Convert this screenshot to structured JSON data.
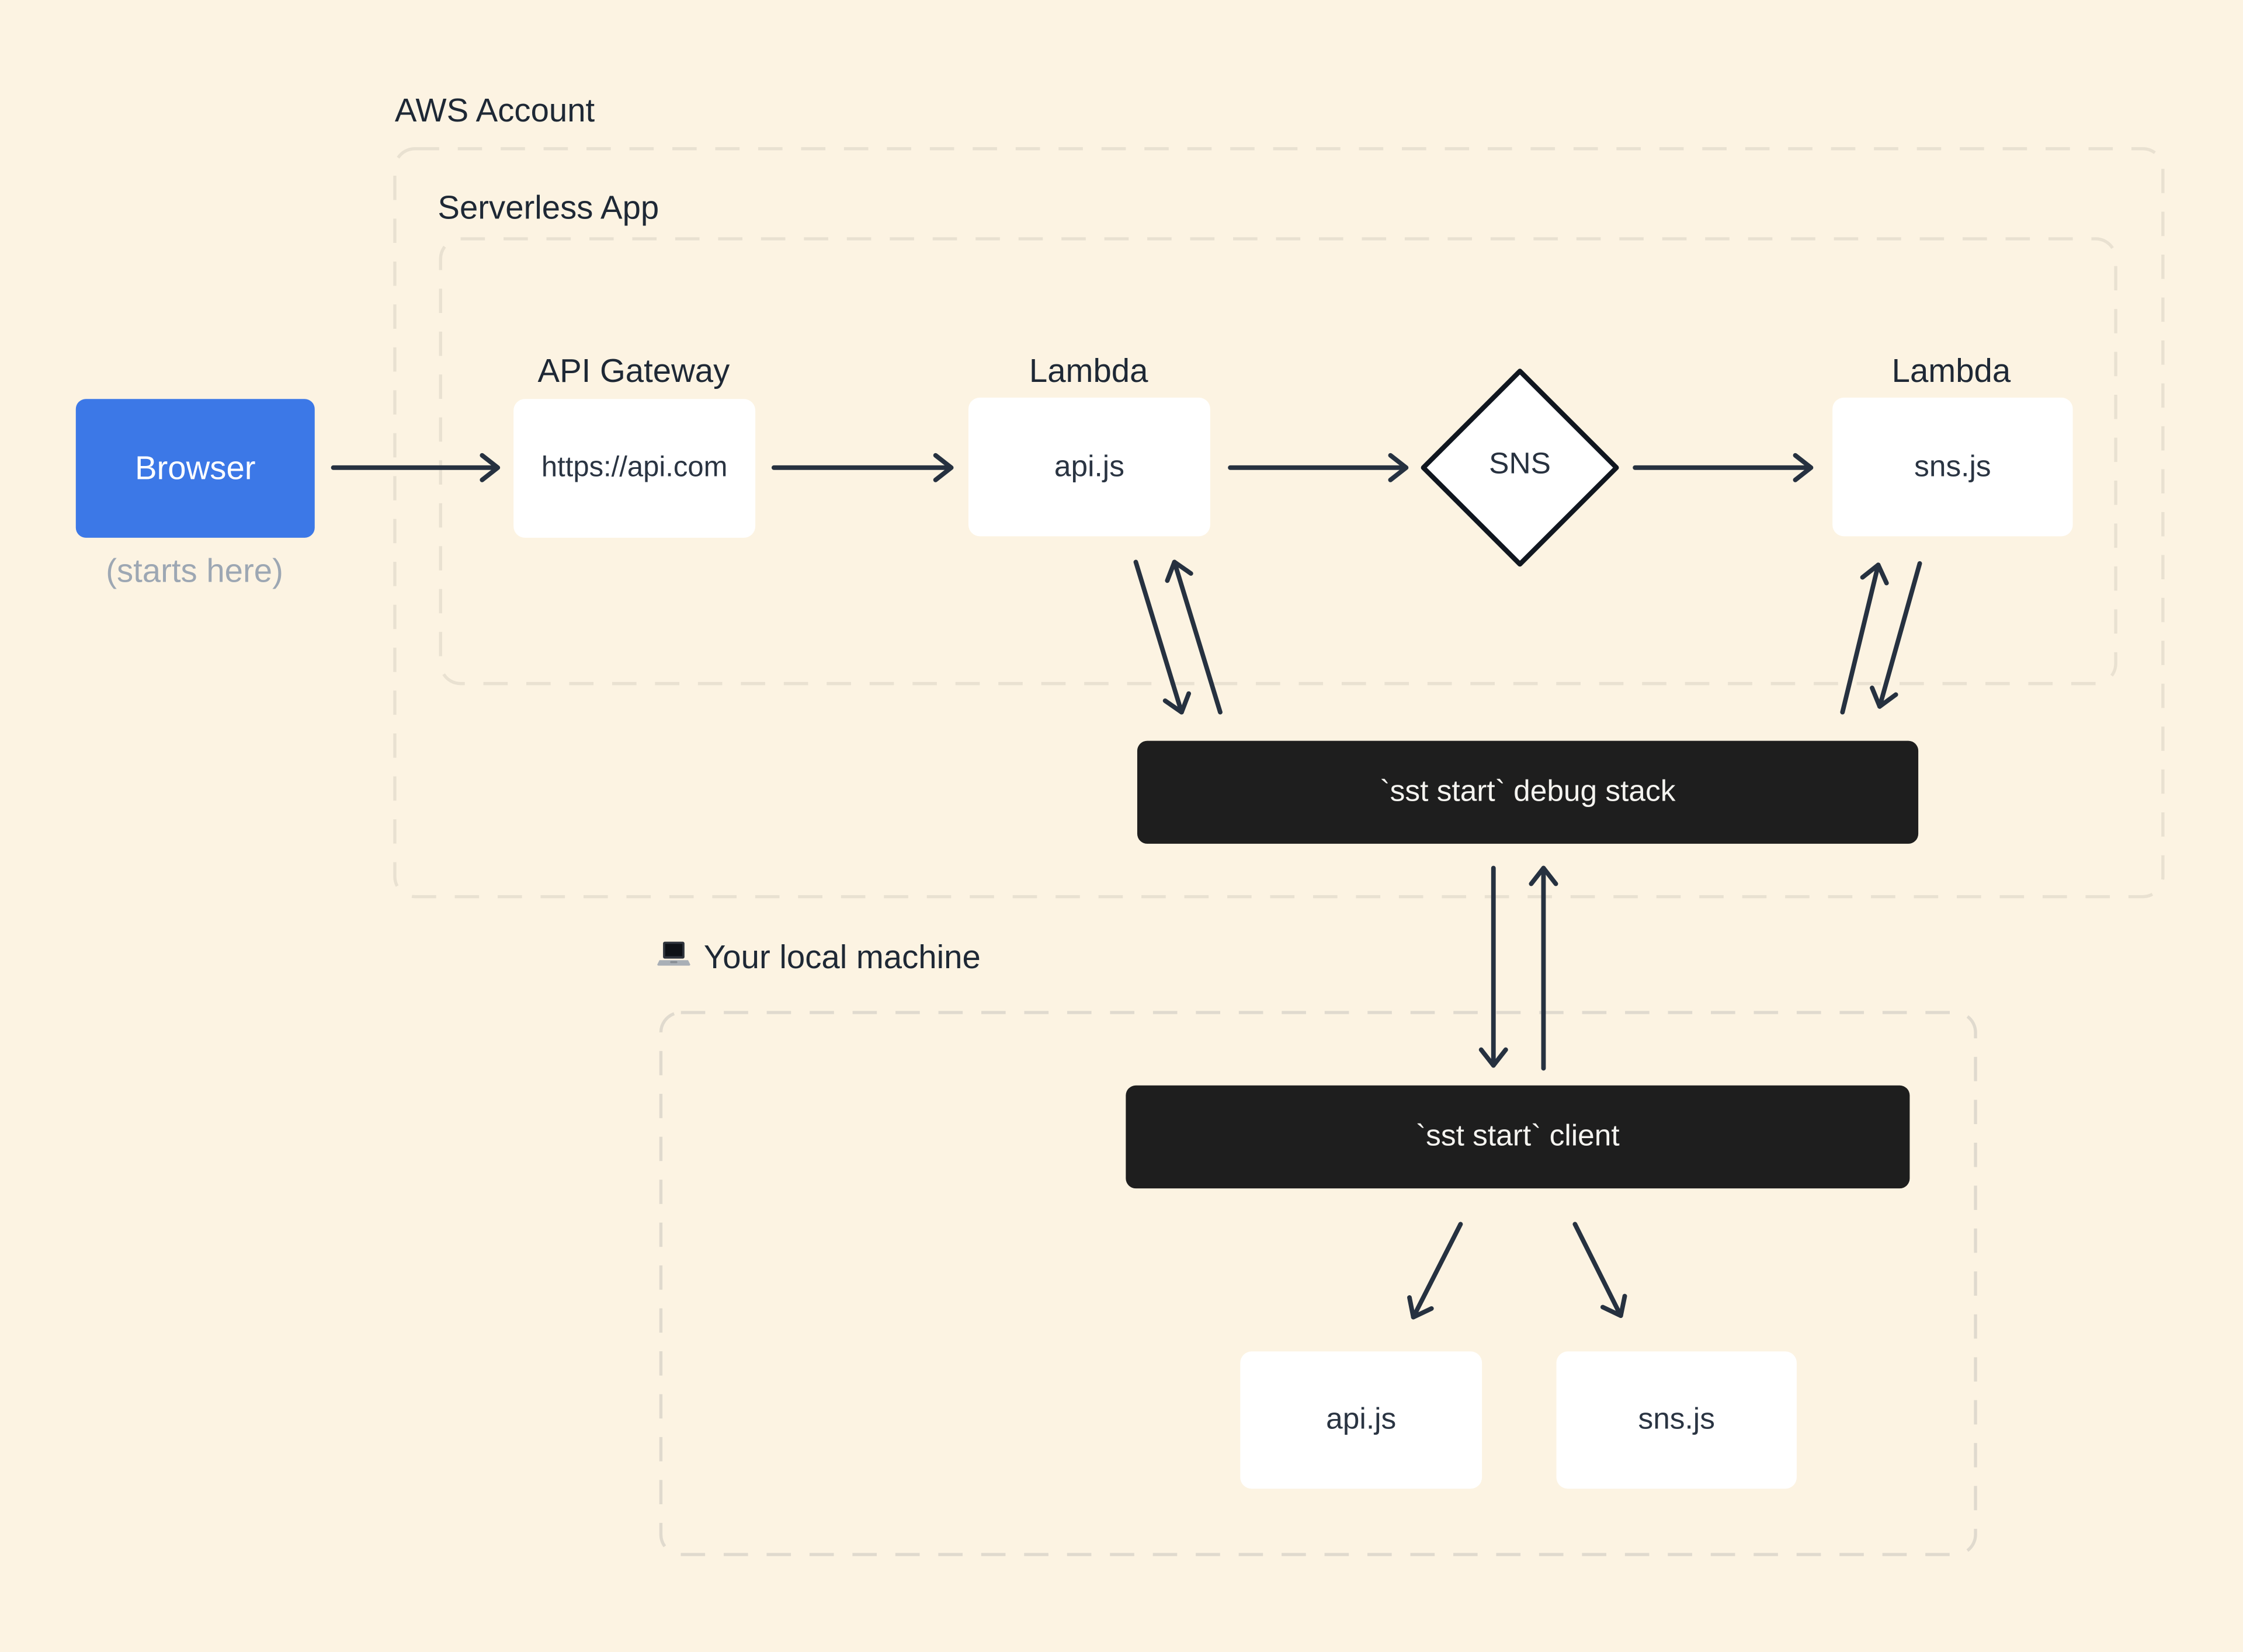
{
  "colors": {
    "background": "#FCF3E2",
    "browser_blue": "#3C78E7",
    "dark_box": "#1E1E1E",
    "node_white": "#FFFFFF",
    "arrow": "#263140",
    "label_text": "#1E2835",
    "value_text": "#2A3442",
    "muted_text": "#9DA7B3",
    "aws_dash": "#E9E1D1",
    "local_dash": "#E0DACE"
  },
  "aws_account": {
    "label": "AWS Account"
  },
  "serverless_app": {
    "label": "Serverless App"
  },
  "browser": {
    "label": "Browser",
    "note": "(starts here)"
  },
  "api_gateway": {
    "label": "API Gateway",
    "value": "https://api.com"
  },
  "lambda_api": {
    "label": "Lambda",
    "value": "api.js"
  },
  "sns": {
    "label": "SNS"
  },
  "lambda_sns": {
    "label": "Lambda",
    "value": "sns.js"
  },
  "debug_stack": {
    "label": "`sst start` debug stack"
  },
  "local_machine": {
    "label": "Your local machine",
    "icon": "laptop-icon"
  },
  "sst_client": {
    "label": "`sst start` client"
  },
  "local_api": {
    "value": "api.js"
  },
  "local_sns": {
    "value": "sns.js"
  }
}
